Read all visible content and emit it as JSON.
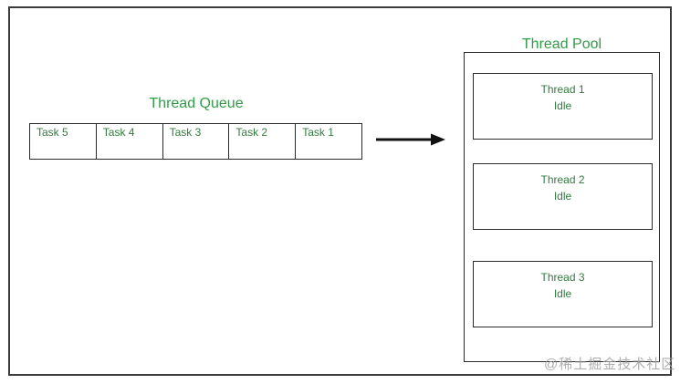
{
  "diagram": {
    "queue": {
      "title": "Thread Queue",
      "tasks": [
        "Task 5",
        "Task 4",
        "Task 3",
        "Task 2",
        "Task 1"
      ]
    },
    "pool": {
      "title": "Thread Pool",
      "threads": [
        {
          "name": "Thread 1",
          "status": "Idle"
        },
        {
          "name": "Thread 2",
          "status": "Idle"
        },
        {
          "name": "Thread 3",
          "status": "Idle"
        }
      ]
    },
    "arrow": {
      "direction": "right"
    },
    "watermark": "@稀土掘金技术社区",
    "colors": {
      "title_green": "#2e9e44",
      "label_green": "#2e7d3c",
      "border_dark": "#3b3b3b",
      "watermark_gray": "#a0a0a0"
    }
  }
}
